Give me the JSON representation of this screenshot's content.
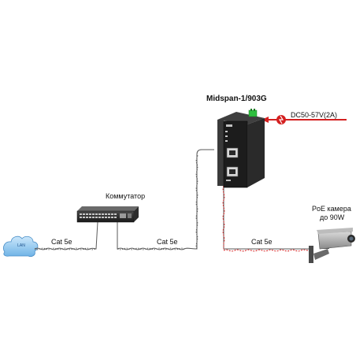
{
  "diagram": {
    "device": {
      "title": "Midspan-1/903G"
    },
    "power": {
      "label": "DC50-57V(2A)",
      "color": "#d42020"
    },
    "switch": {
      "label": "Коммутатор"
    },
    "camera": {
      "label_line1": "PoE камера",
      "label_line2": "до 90W"
    },
    "cloud": {
      "label": "LAN"
    },
    "cables": [
      {
        "label": "Cat 5e"
      },
      {
        "label": "Cat 5e"
      },
      {
        "label": "Cat 5e"
      }
    ],
    "colors": {
      "cable": "#555555",
      "poe_cable": "#d42020",
      "cloud": "#8ec6ef",
      "device_body": "#1c1c1c"
    }
  }
}
